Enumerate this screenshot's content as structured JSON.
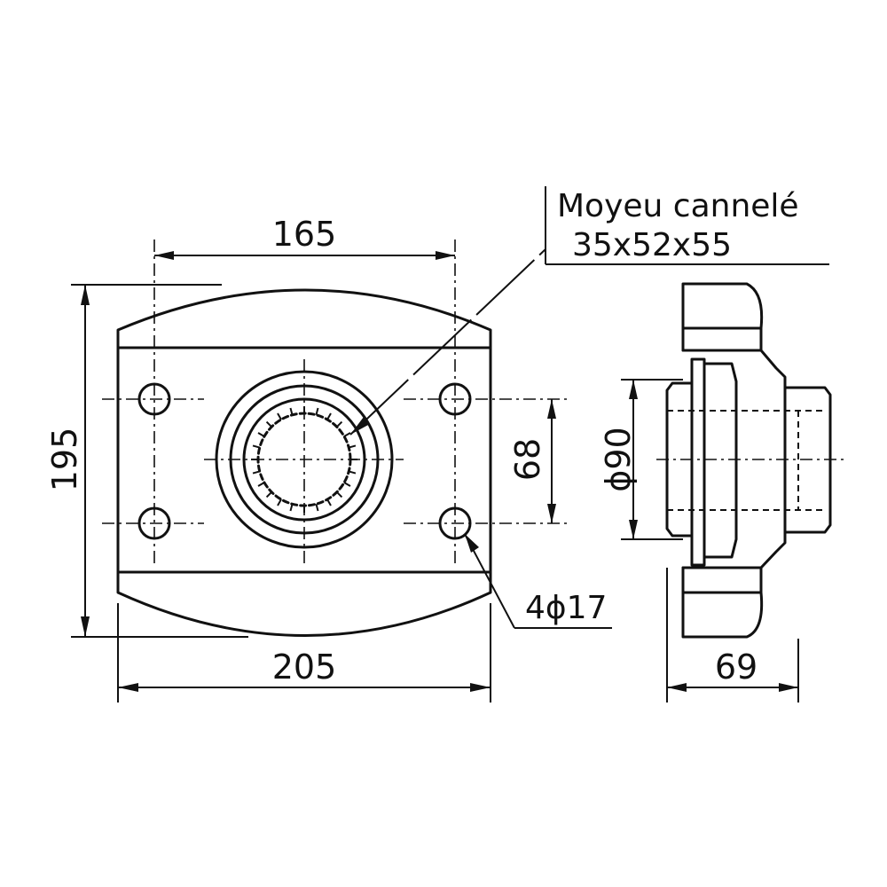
{
  "labels": {
    "hub_name": "Moyeu cannelé",
    "hub_spec": "35x52x55",
    "holes": "4ϕ17"
  },
  "dimensions": {
    "hole_spacing_x": "165",
    "overall_width": "205",
    "overall_height": "195",
    "hole_spacing_y": "68",
    "hub_diameter": "ϕ90",
    "side_width": "69"
  }
}
